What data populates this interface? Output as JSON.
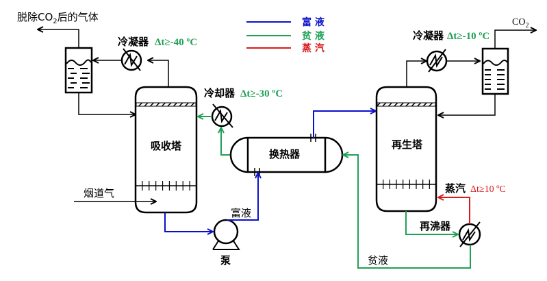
{
  "colors": {
    "rich": "#0a10c8",
    "lean": "#1fa055",
    "steam": "#d81a1a",
    "black": "#000000"
  },
  "legend": {
    "items": [
      {
        "label": "富 液",
        "color": "#0a10c8"
      },
      {
        "label": "贫 液",
        "color": "#1fa055"
      },
      {
        "label": "蒸 汽",
        "color": "#d81a1a"
      }
    ]
  },
  "labels": {
    "outlet_gas": "脱除CO",
    "outlet_gas_sub": "2",
    "outlet_gas_tail": "后的气体",
    "co2": "CO",
    "co2_sub": "2",
    "condenser_left": "冷凝器",
    "condenser_left_dt": "Δt≥-40 ºC",
    "condenser_right": "冷凝器",
    "condenser_right_dt": "Δt≥-10 ºC",
    "cooler": "冷却器",
    "cooler_dt": "Δt≥-30 ºC",
    "absorber": "吸收塔",
    "regenerator": "再生塔",
    "heat_exchanger": "换热器",
    "flue_gas": "烟道气",
    "rich_liquid": "富液",
    "pump": "泵",
    "steam": "蒸汽",
    "steam_dt": "Δt≥10 ºC",
    "reboiler": "再沸器",
    "lean_liquid": "贫液"
  }
}
